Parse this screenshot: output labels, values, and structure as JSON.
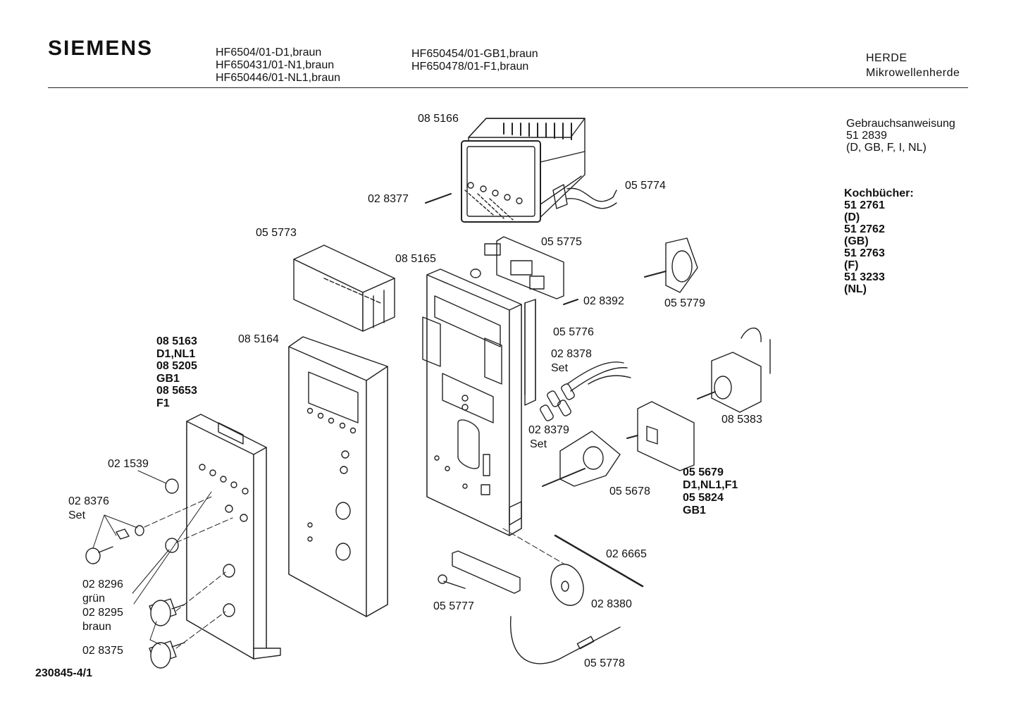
{
  "header": {
    "brand": "SIEMENS",
    "models_col1": [
      "HF6504/01-D1,braun",
      "HF650431/01-N1,braun",
      "HF650446/01-NL1,braun"
    ],
    "models_col2": [
      "HF650454/01-GB1,braun",
      "HF650478/01-F1,braun"
    ],
    "category": [
      "HERDE",
      "Mikrowellenherde"
    ]
  },
  "side_info": {
    "manual_title": "Gebrauchsanweisung",
    "manual_number": "51 2839",
    "manual_langs": "(D, GB, F, I, NL)",
    "cookbooks_title": "Kochbücher:",
    "cookbooks": [
      "51 2761",
      "(D)",
      "51 2762",
      "(GB)",
      "51 2763",
      "(F)",
      "51 3233",
      "(NL)"
    ]
  },
  "parts": {
    "p085166": "08 5166",
    "p028377": "02 8377",
    "p055774": "05 5774",
    "p055773": "05 5773",
    "p055775": "05 5775",
    "p085165": "08 5165",
    "p055779": "05 5779",
    "p028392": "02 8392",
    "p055776": "05 5776",
    "p085164": "08 5164",
    "p085163_block": [
      "08 5163",
      "D1,NL1",
      "08 5205",
      "GB1",
      "08 5653",
      "F1"
    ],
    "p028378": "02 8378",
    "set_a": "Set",
    "p085383": "08 5383",
    "p028379": "02 8379",
    "set_b": "Set",
    "p021539": "02 1539",
    "p028376": "02 8376",
    "set_c": "Set",
    "p055678": "05 5678",
    "p055679_block": [
      "05 5679",
      "D1,NL1,F1",
      "05 5824",
      "GB1"
    ],
    "p026665": "02 6665",
    "p028296": "02 8296",
    "gruen": "grün",
    "p028295": "02 8295",
    "braun": "braun",
    "p028380": "02 8380",
    "p055777": "05 5777",
    "p028375": "02 8375",
    "p055778": "05 5778"
  },
  "footer": {
    "drawing_number": "230845-4/1"
  }
}
